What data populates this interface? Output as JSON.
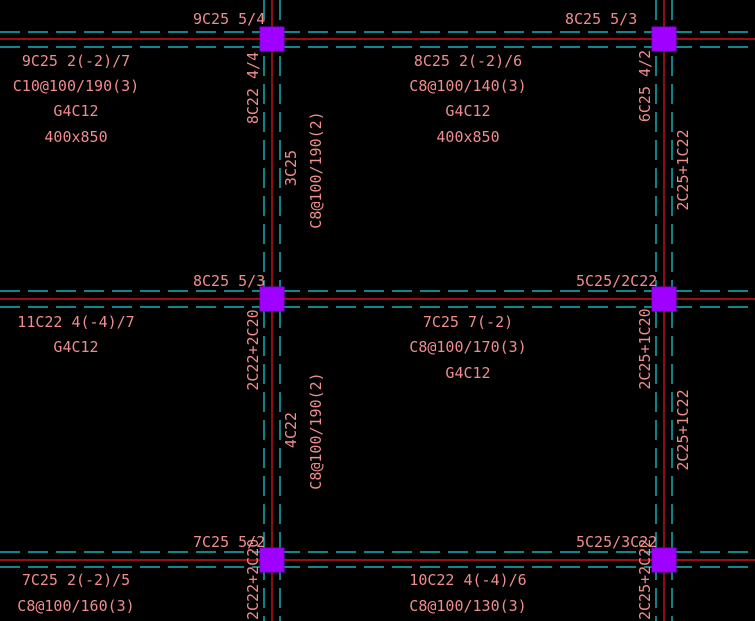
{
  "drawing": {
    "background": "#000000",
    "colors": {
      "beam_line": "#c8141e",
      "axis_line": "#18d8e0",
      "column": "#a000ff",
      "text": "#f08c8c"
    }
  },
  "labels": {
    "top_left_span_top": "9C25 5/4",
    "top_right_span_top": "8C25 5/3",
    "beam_tl_1": "9C25 2(-2)/7",
    "beam_tl_2": "C10@100/190(3)",
    "beam_tl_3": "G4C12",
    "beam_tl_4": "400x850",
    "beam_tc_1": "8C25 2(-2)/6",
    "beam_tc_2": "C8@100/140(3)",
    "beam_tc_3": "G4C12",
    "beam_tc_4": "400x850",
    "vert_mid_top_a": "8C22 4/4",
    "vert_mid_top_b": "3C25",
    "vert_mid_top_c": "C8@100/190(2)",
    "vert_right_top_a": "6C25 4/2",
    "vert_right_top_b": "2C25+1C22",
    "mid_left_span_top": "8C25 5/3",
    "mid_right_span_top": "5C25/2C22",
    "beam_ml_1": "11C22 4(-4)/7",
    "beam_ml_2": "G4C12",
    "beam_mc_1": "7C25 7(-2)",
    "beam_mc_2": "C8@100/170(3)",
    "beam_mc_3": "G4C12",
    "vert_mid_bot_a": "2C22+2C20",
    "vert_mid_bot_b": "4C22",
    "vert_mid_bot_c": "C8@100/190(2)",
    "vert_right_bot_a": "2C25+1C20",
    "vert_right_bot_b": "2C25+1C22",
    "bot_left_span_top": "7C25 5/2",
    "bot_right_span_top": "5C25/3C22",
    "beam_bl_1": "7C25 2(-2)/5",
    "beam_bl_2": "C8@100/160(3)",
    "beam_bc_1": "10C22 4(-4)/6",
    "beam_bc_2": "C8@100/130(3)",
    "vert_mid_bottom_edge": "2C22+2C20",
    "vert_right_bottom_edge": "2C25+2C22"
  }
}
